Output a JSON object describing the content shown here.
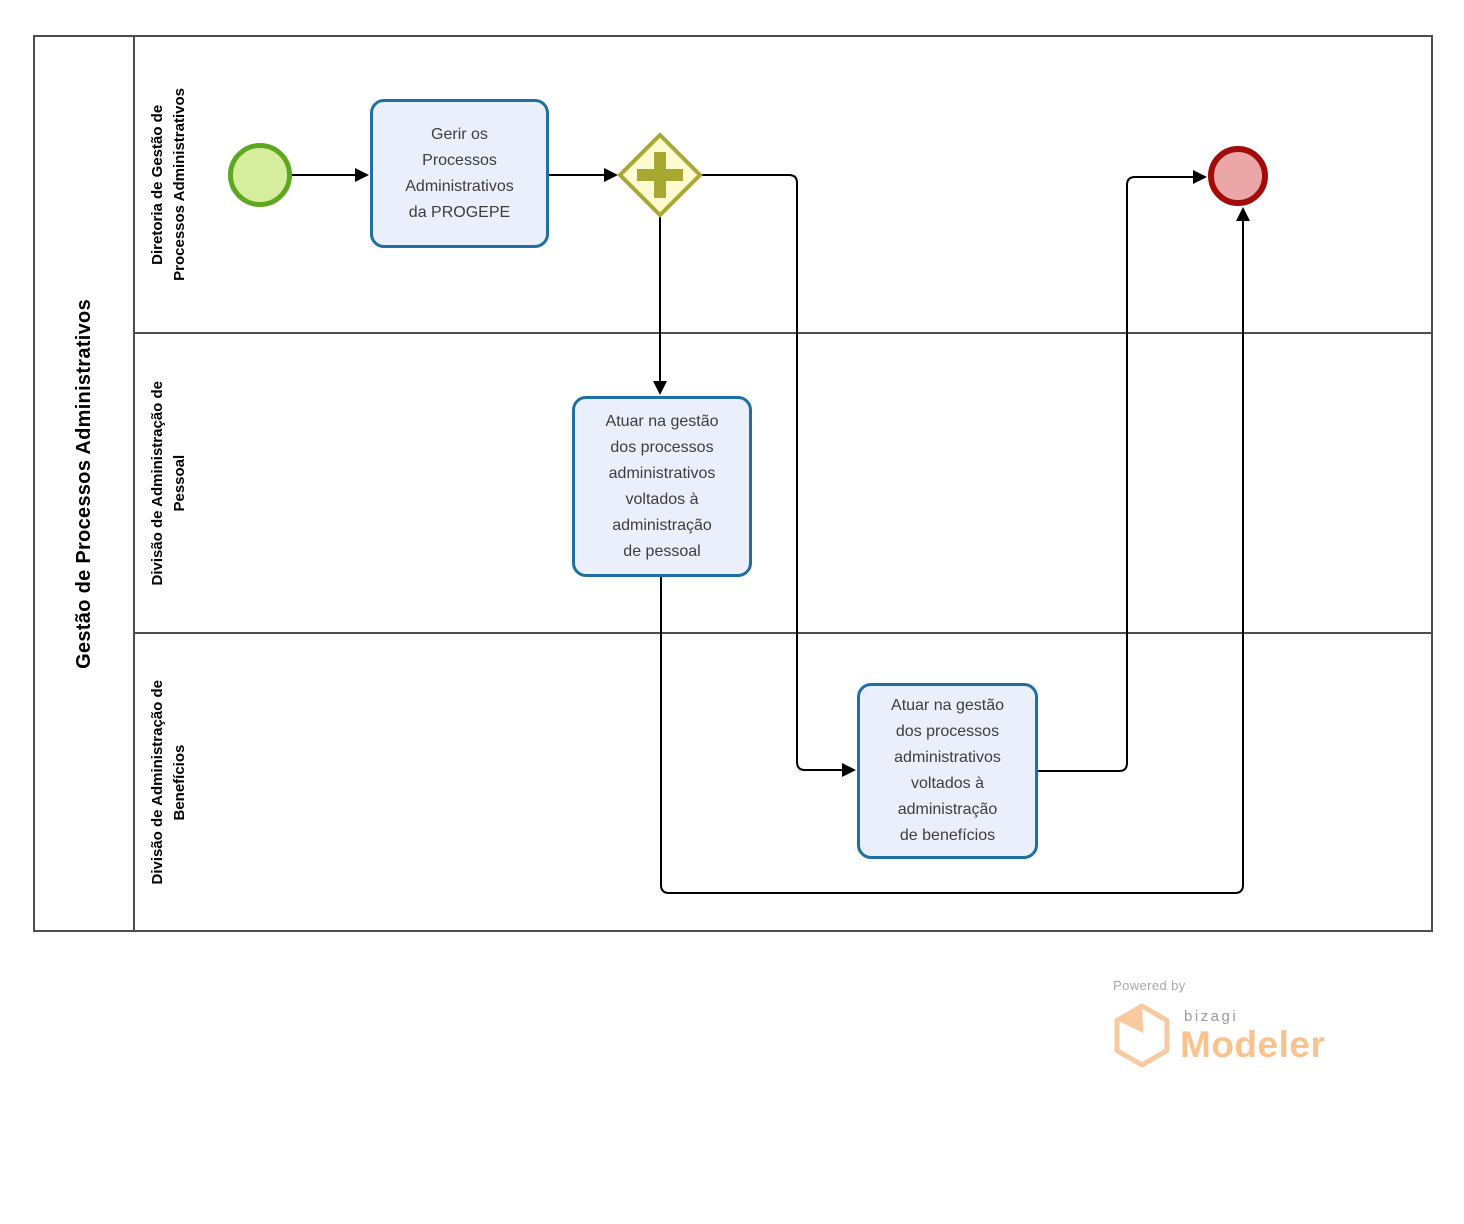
{
  "pool": {
    "title": "Gestão de Processos Administrativos",
    "lanes": [
      {
        "label": "Diretoria de Gestão de\nProcessos Administrativos"
      },
      {
        "label": "Divisão de Administração de\nPessoal"
      },
      {
        "label": "Divisão de Administração de\nBenefícios"
      }
    ]
  },
  "nodes": {
    "start_event": {
      "type": "start-event"
    },
    "task_gerir": {
      "label": "Gerir os\nProcessos\nAdministrativos\nda PROGEPE"
    },
    "parallel_gateway": {
      "type": "parallel-gateway"
    },
    "task_pessoal": {
      "label": "Atuar na gestão\ndos processos\nadministrativos\nvoltados à\nadministração\nde pessoal"
    },
    "task_beneficios": {
      "label": "Atuar na gestão\ndos processos\nadministrativos\nvoltados à\nadministração\nde benefícios"
    },
    "end_event": {
      "type": "end-event"
    }
  },
  "colors": {
    "task_border": "#1f70a2",
    "task_fill": "#ebeffb",
    "gateway_border": "#a8a932",
    "gateway_fill": "#fdfbd0",
    "start_border": "#5ea821",
    "start_fill": "#d6ee9d",
    "end_border": "#a30b0b",
    "end_fill": "#eba7a7",
    "lane_line": "#4d4d4d",
    "flow_line": "#000000",
    "logo_accent": "#f9c38f",
    "logo_gray": "#9b9b9b"
  },
  "footer": {
    "powered_by": "Powered by",
    "brand": "bizagi",
    "product": "Modeler"
  }
}
